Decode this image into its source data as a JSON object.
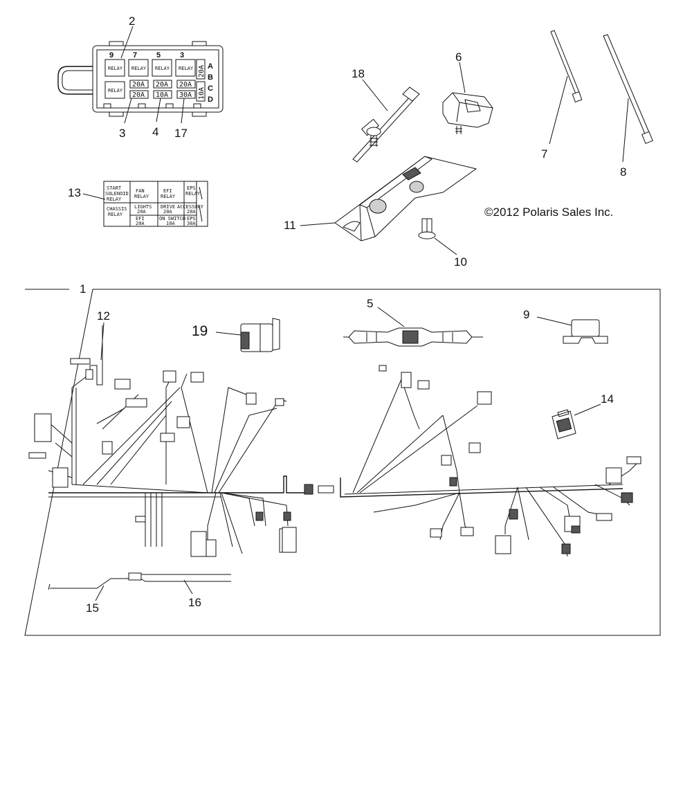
{
  "diagram": {
    "copyright": "©2012 Polaris Sales Inc.",
    "callouts": {
      "c1": "1",
      "c2": "2",
      "c3": "3",
      "c4": "4",
      "c5": "5",
      "c6": "6",
      "c7": "7",
      "c8": "8",
      "c9": "9",
      "c10": "10",
      "c11": "11",
      "c12": "12",
      "c13": "13",
      "c14": "14",
      "c15": "15",
      "c16": "16",
      "c17": "17",
      "c18": "18",
      "c19": "19"
    },
    "fuse_box": {
      "slot_numbers": [
        "9",
        "7",
        "5",
        "3"
      ],
      "row_letters": [
        "A",
        "B",
        "C",
        "D"
      ],
      "relay_label": "RELAY",
      "fuse_top_row": [
        "20A",
        "20A",
        "20A"
      ],
      "fuse_bottom_row": [
        "20A",
        "10A",
        "30A"
      ],
      "side_fuse_upper": "20A",
      "side_fuse_lower": "10A"
    },
    "decal": {
      "row1": [
        "START\nSOLENOID\nRELAY",
        "FAN\nRELAY",
        "EFI\nRELAY",
        "EPS\nRELAY"
      ],
      "row2": [
        "CHASSIS\nRELAY",
        "LIGHTS\n20A",
        "DRIVE\n20A",
        "ACCESSORY\n20A"
      ],
      "row3": [
        "EFI\n20A",
        "ON SWITCH\n10A",
        "EPS\n30A"
      ]
    }
  }
}
